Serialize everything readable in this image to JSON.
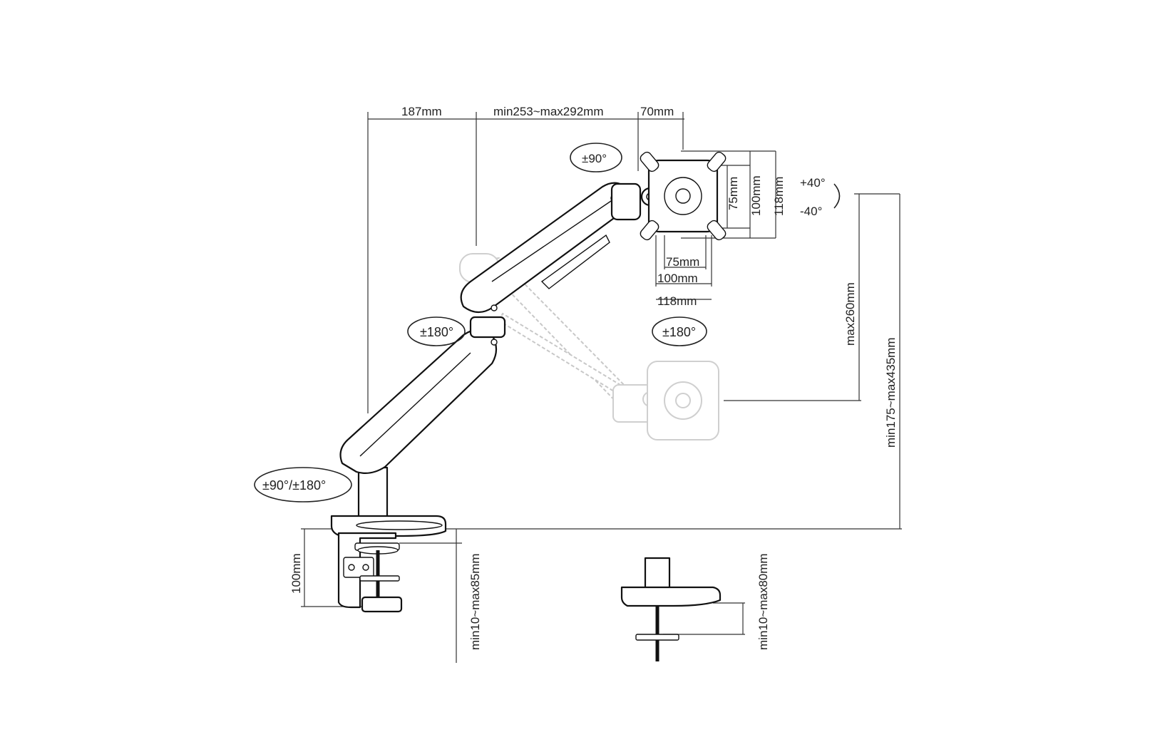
{
  "dimensions": {
    "arm_base_offset": "187mm",
    "arm_reach": "min253~max292mm",
    "head_offset": "70mm",
    "vesa_h_75": "75mm",
    "vesa_h_100": "100mm",
    "vesa_h_118": "118mm",
    "vesa_w_75": "75mm",
    "vesa_w_100": "100mm",
    "vesa_w_118": "118mm",
    "height_range": "max260mm",
    "total_height": "min175~max435mm",
    "clamp_height": "100mm",
    "clamp_thickness": "min10~max85mm",
    "grommet_thickness": "min10~max80mm"
  },
  "rotations": {
    "head_swivel": "±90°",
    "tilt_up": "+40°",
    "tilt_down": "-40°",
    "elbow": "±180°",
    "head_rotate": "±180°",
    "base": "±90°/±180°"
  }
}
